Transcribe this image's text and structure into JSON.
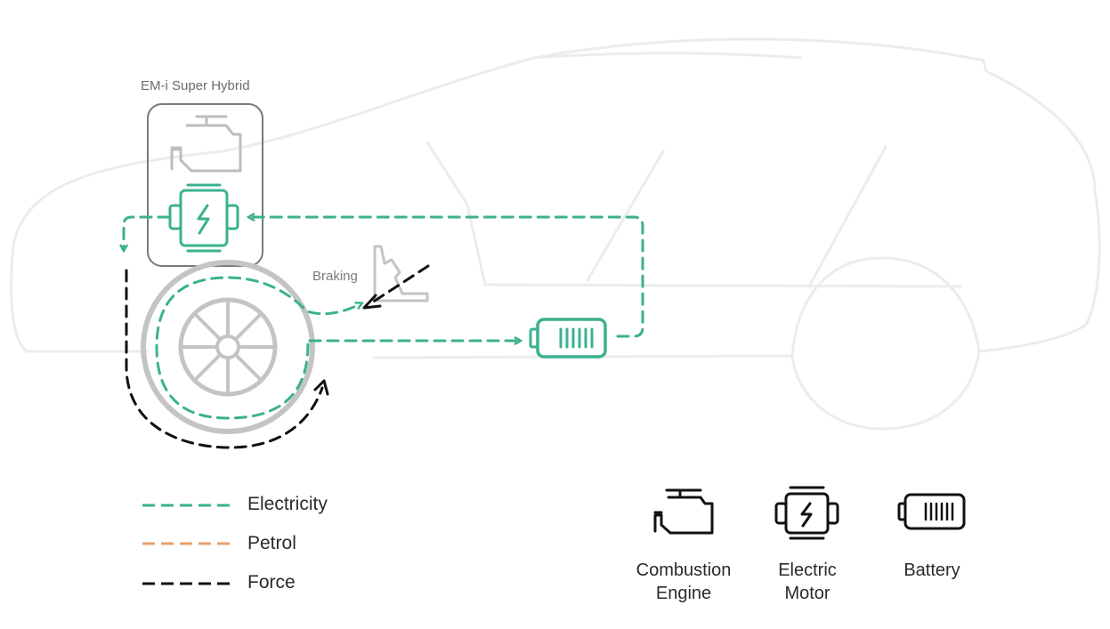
{
  "system": {
    "title": "EM-i Super Hybrid",
    "braking_label": "Braking"
  },
  "legend": [
    {
      "label": "Electricity",
      "color": "#3bb18f"
    },
    {
      "label": "Petrol",
      "color": "#e9a16e"
    },
    {
      "label": "Force",
      "color": "#111111"
    }
  ],
  "icon_key": [
    {
      "label_line1": "Combustion",
      "label_line2": "Engine",
      "icon": "combustion-engine-icon"
    },
    {
      "label_line1": "Electric",
      "label_line2": "Motor",
      "icon": "electric-motor-icon"
    },
    {
      "label_line1": "Battery",
      "label_line2": "",
      "icon": "battery-icon"
    }
  ],
  "colors": {
    "electricity": "#3bb18f",
    "petrol": "#e9a16e",
    "force": "#111111",
    "car_outline": "#ececec",
    "inactive": "#b8b8b8"
  }
}
